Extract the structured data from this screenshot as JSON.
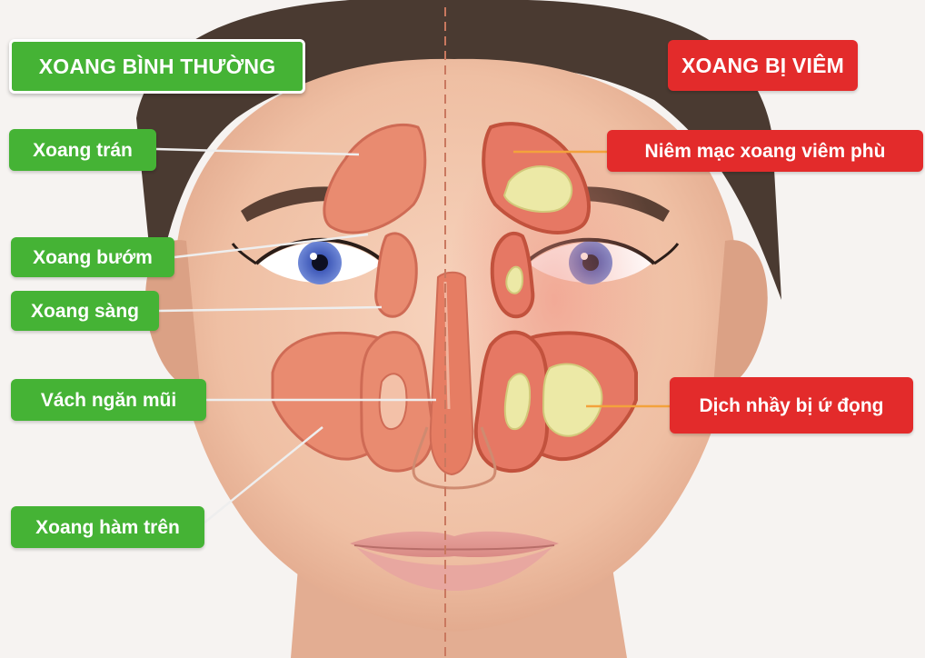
{
  "normal_header": "XOANG BÌNH THƯỜNG",
  "inflamed_header": "XOANG BỊ VIÊM",
  "left_labels": [
    "Xoang trán",
    "Xoang bướm",
    "Xoang sàng",
    "Vách ngăn mũi",
    "Xoang hàm trên"
  ],
  "right_labels": [
    "Niêm mạc xoang viêm phù",
    "Dịch nhầy bị ứ đọng"
  ],
  "colors": {
    "normal_label": "#45b335",
    "inflamed_label": "#e32b2b",
    "sinus_fill": "#e98b70",
    "mucus_fill": "#ece9a6"
  }
}
